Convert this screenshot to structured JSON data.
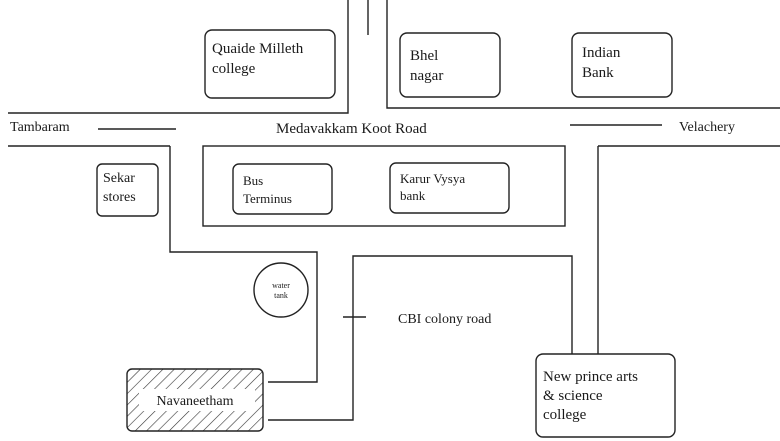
{
  "roads": {
    "main": "Medavakkam Koot Road",
    "west_end": "Tambaram",
    "east_end": "Velachery",
    "side": "CBI colony road"
  },
  "places": {
    "quaide": [
      "Quaide Milleth",
      "college"
    ],
    "bhel": [
      "Bhel",
      "nagar"
    ],
    "indian_bank": [
      "Indian",
      "Bank"
    ],
    "sekar": [
      "Sekar",
      "stores"
    ],
    "bus": [
      "Bus",
      "Terminus"
    ],
    "karur": [
      "Karur Vysya",
      "bank"
    ],
    "water": [
      "water",
      "tank"
    ],
    "navaneetham": "Navaneetham",
    "new_prince": [
      "New prince arts",
      "& science",
      "college"
    ]
  }
}
